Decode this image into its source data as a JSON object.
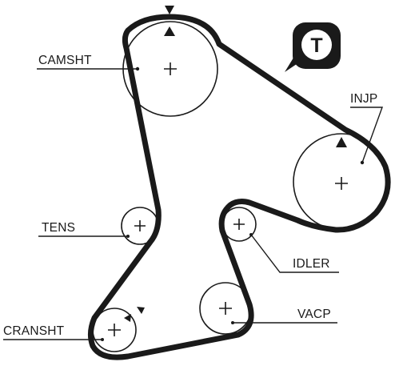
{
  "labels": {
    "camshaft": "CAMSHT",
    "injection_pump": "INJP",
    "tensioner": "TENS",
    "idler": "IDLER",
    "vacuum_pump": "VACP",
    "crankshaft": "CRANSHT"
  },
  "tool_badge": {
    "letter": "T"
  },
  "colors": {
    "belt": "#1a1a1a",
    "pulley_outline": "#1a1a1a",
    "text": "#1a1a1a",
    "badge_fill": "#1a1a1a",
    "background": "#ffffff"
  },
  "icons": [
    "timing-mark-arrow",
    "tool-badge-icon",
    "centre-cross"
  ]
}
